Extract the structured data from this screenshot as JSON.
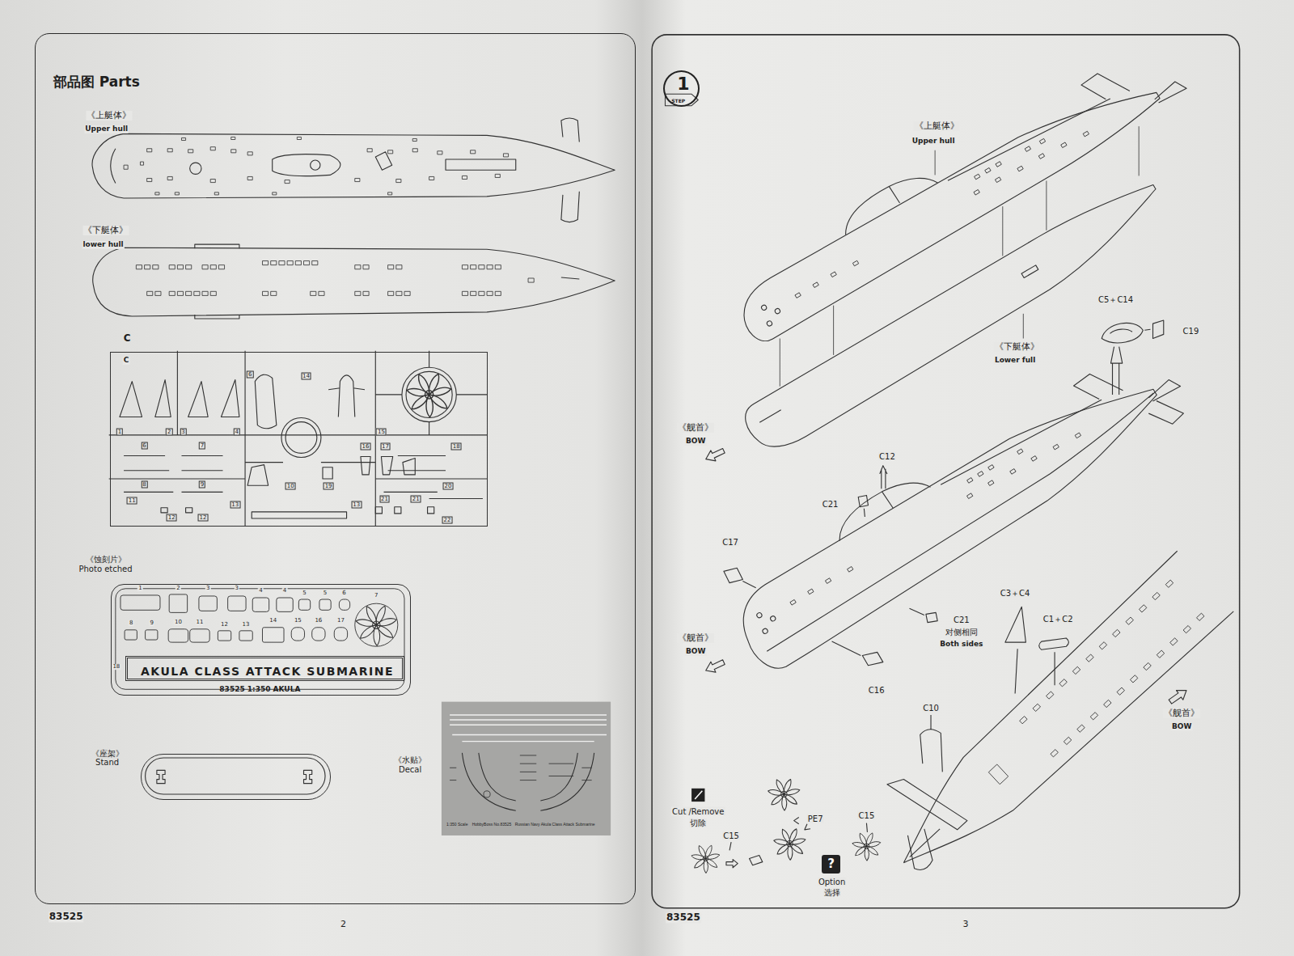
{
  "diagram": {
    "nodes": [
      {
        "text": [
          "部品图 Parts"
        ]
      },
      {
        "text": [
          "C"
        ],
        "in": 0
      },
      {
        "text": [
          "《蚀刻片》 Photo etched",
          "83525 1:350 AKULA"
        ],
        "in": 0
      },
      {
        "text": [
          "AKULA CLASS ATTACK SUBMARINE"
        ],
        "in": 2
      },
      {
        "text": [
          "《座架》 Stand"
        ],
        "in": 0
      },
      {
        "text": [
          "《水贴》 Decal"
        ],
        "in": 0
      },
      {
        "text": [
          "1",
          "STEP"
        ]
      },
      {
        "text": [
          "?"
        ]
      }
    ],
    "labels": [
      "《上艇体》",
      "Upper hull",
      "《下艇体》",
      "lower hull",
      "C",
      "1",
      "2",
      "3",
      "4",
      "6",
      "14",
      "15",
      "6",
      "7",
      "16",
      "17",
      "18",
      "8",
      "9",
      "10",
      "19",
      "20",
      "11",
      "12",
      "12",
      "13",
      "13",
      "21",
      "21",
      "22",
      "1",
      "2",
      "3",
      "3",
      "4",
      "4",
      "5",
      "5",
      "6",
      "7",
      "8",
      "9",
      "10",
      "11",
      "12",
      "13",
      "14",
      "15",
      "16",
      "17",
      "18",
      "1:350 Scale",
      "HobbyBoss No.83525",
      "Russian Navy Akula Class Attack Submarine",
      "83525",
      "2",
      "《上艇体》",
      "Upper hull",
      "《下艇体》",
      "Lower full",
      "C5＋C14",
      "C19",
      "《舰首》",
      "BOW",
      "C12",
      "C21",
      "C17",
      "C21",
      "对侧相同",
      "Both sides",
      "C16",
      "《舰首》",
      "BOW",
      "C3＋C4",
      "C1＋C2",
      "《舰首》",
      "BOW",
      "C10",
      "Cut /Remove",
      "切除",
      "C15",
      "PE7",
      "C15",
      "Option",
      "选择",
      "83525",
      "3"
    ]
  }
}
